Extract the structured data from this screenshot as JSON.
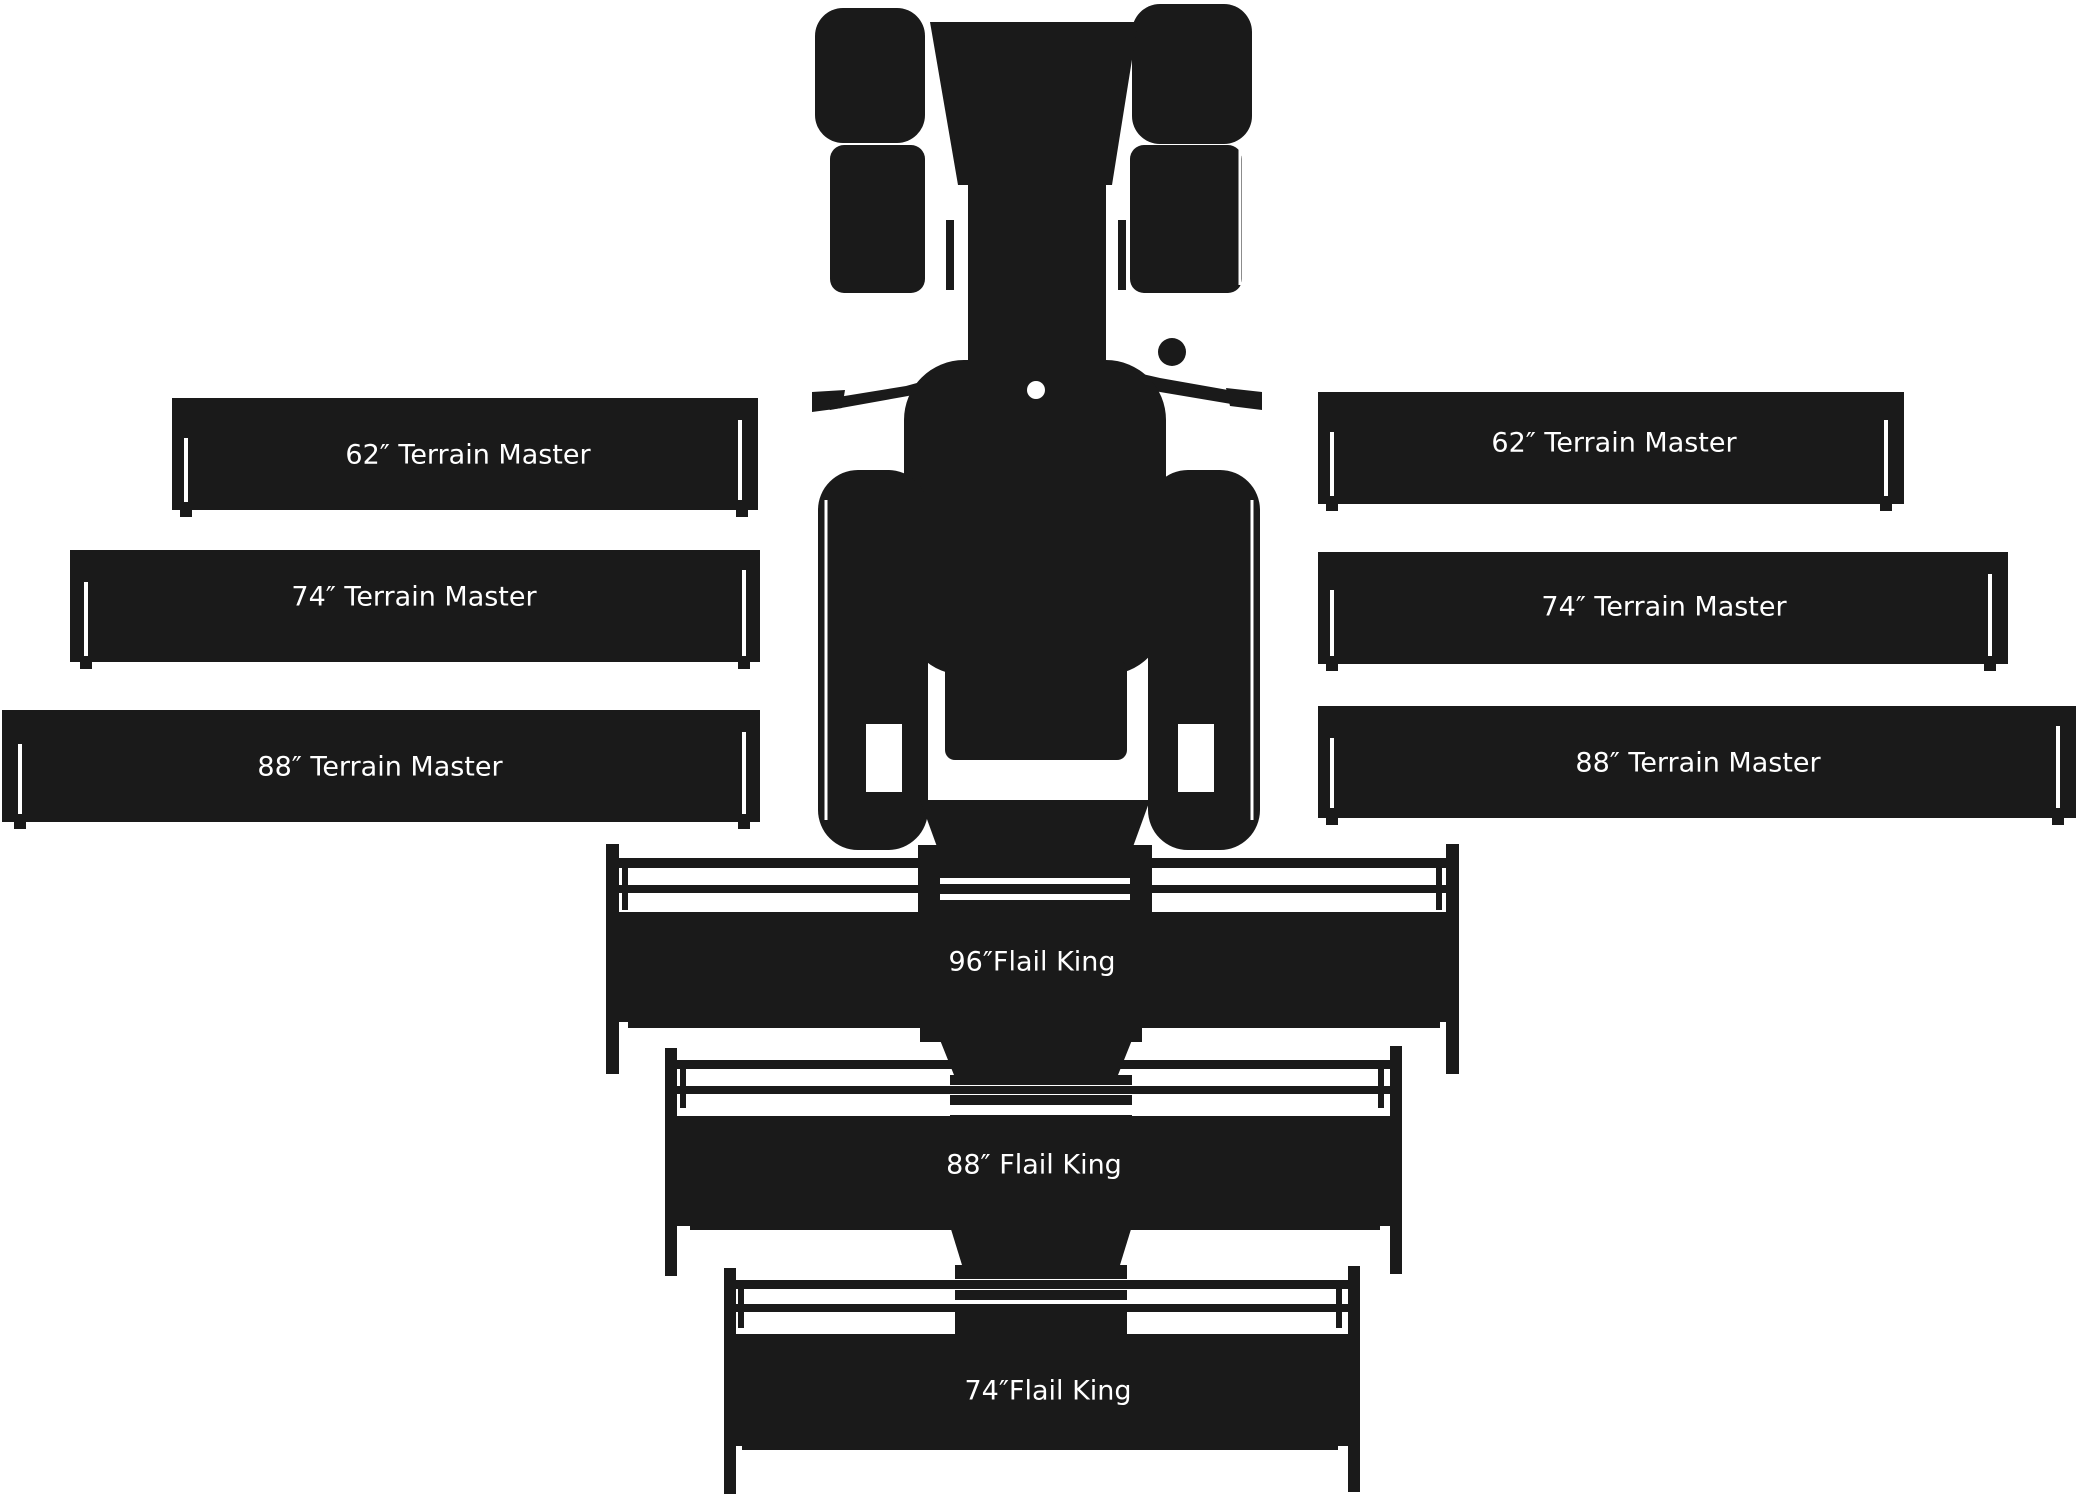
{
  "colors": {
    "silhouette": "#1a1a1a",
    "text": "#ffffff",
    "background": "#ffffff"
  },
  "labels": {
    "left_62": "62″ Terrain Master",
    "left_74": "74″ Terrain Master",
    "left_88": "88″ Terrain Master",
    "right_62": "62″ Terrain Master",
    "right_74": "74″ Terrain Master",
    "right_88": "88″ Terrain Master",
    "flail_96": "96″Flail King",
    "flail_88": "88″  Flail King",
    "flail_74": "74″Flail King"
  }
}
